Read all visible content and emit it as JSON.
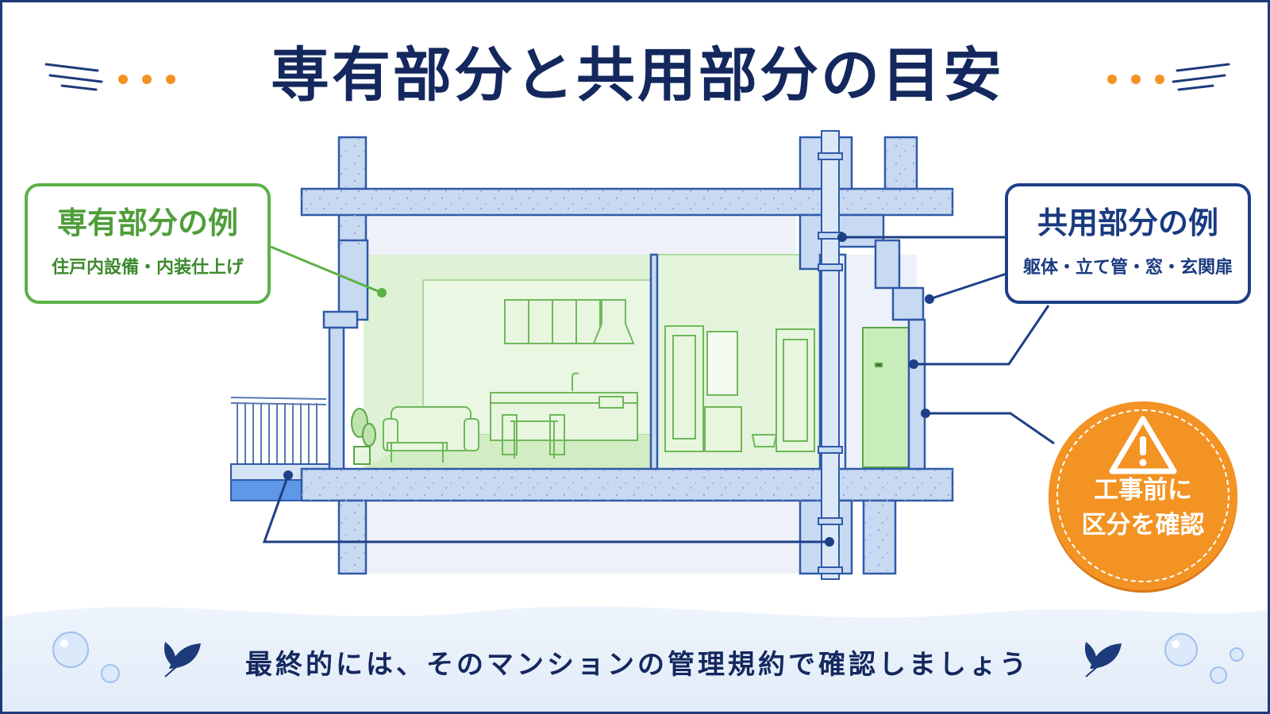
{
  "title": "専有部分と共用部分の目安",
  "private_example": {
    "heading": "専有部分の例",
    "detail": "住戸内設備・内装仕上げ"
  },
  "common_example": {
    "heading": "共用部分の例",
    "detail": "躯体・立て管・窓・玄関扉"
  },
  "warning_badge": {
    "icon": "warning-triangle-icon",
    "line1": "工事前に",
    "line2": "区分を確認"
  },
  "footer": {
    "text": "最終的には、そのマンションの管理規約で確認しましょう"
  },
  "colors": {
    "navy": "#14285e",
    "frame_blue": "#1d3b7a",
    "private_green": "#5cb146",
    "concrete_blue": "#c8d9f2",
    "accent_orange": "#f39324"
  }
}
